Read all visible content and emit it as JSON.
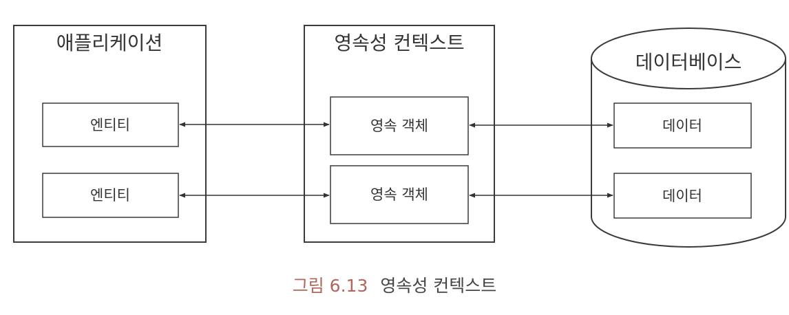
{
  "diagram": {
    "application": {
      "title": "애플리케이션",
      "entities": [
        "엔티티",
        "엔티티"
      ]
    },
    "persistence_context": {
      "title": "영속성 컨텍스트",
      "objects": [
        "영속 객체",
        "영속 객체"
      ]
    },
    "database": {
      "title": "데이터베이스",
      "rows": [
        "데이터",
        "데이터"
      ]
    }
  },
  "caption": {
    "label": "그림 6.13",
    "text": "영속성 컨텍스트"
  },
  "colors": {
    "line": "#333333",
    "caption_label": "#b0675a",
    "caption_text": "#444444"
  }
}
